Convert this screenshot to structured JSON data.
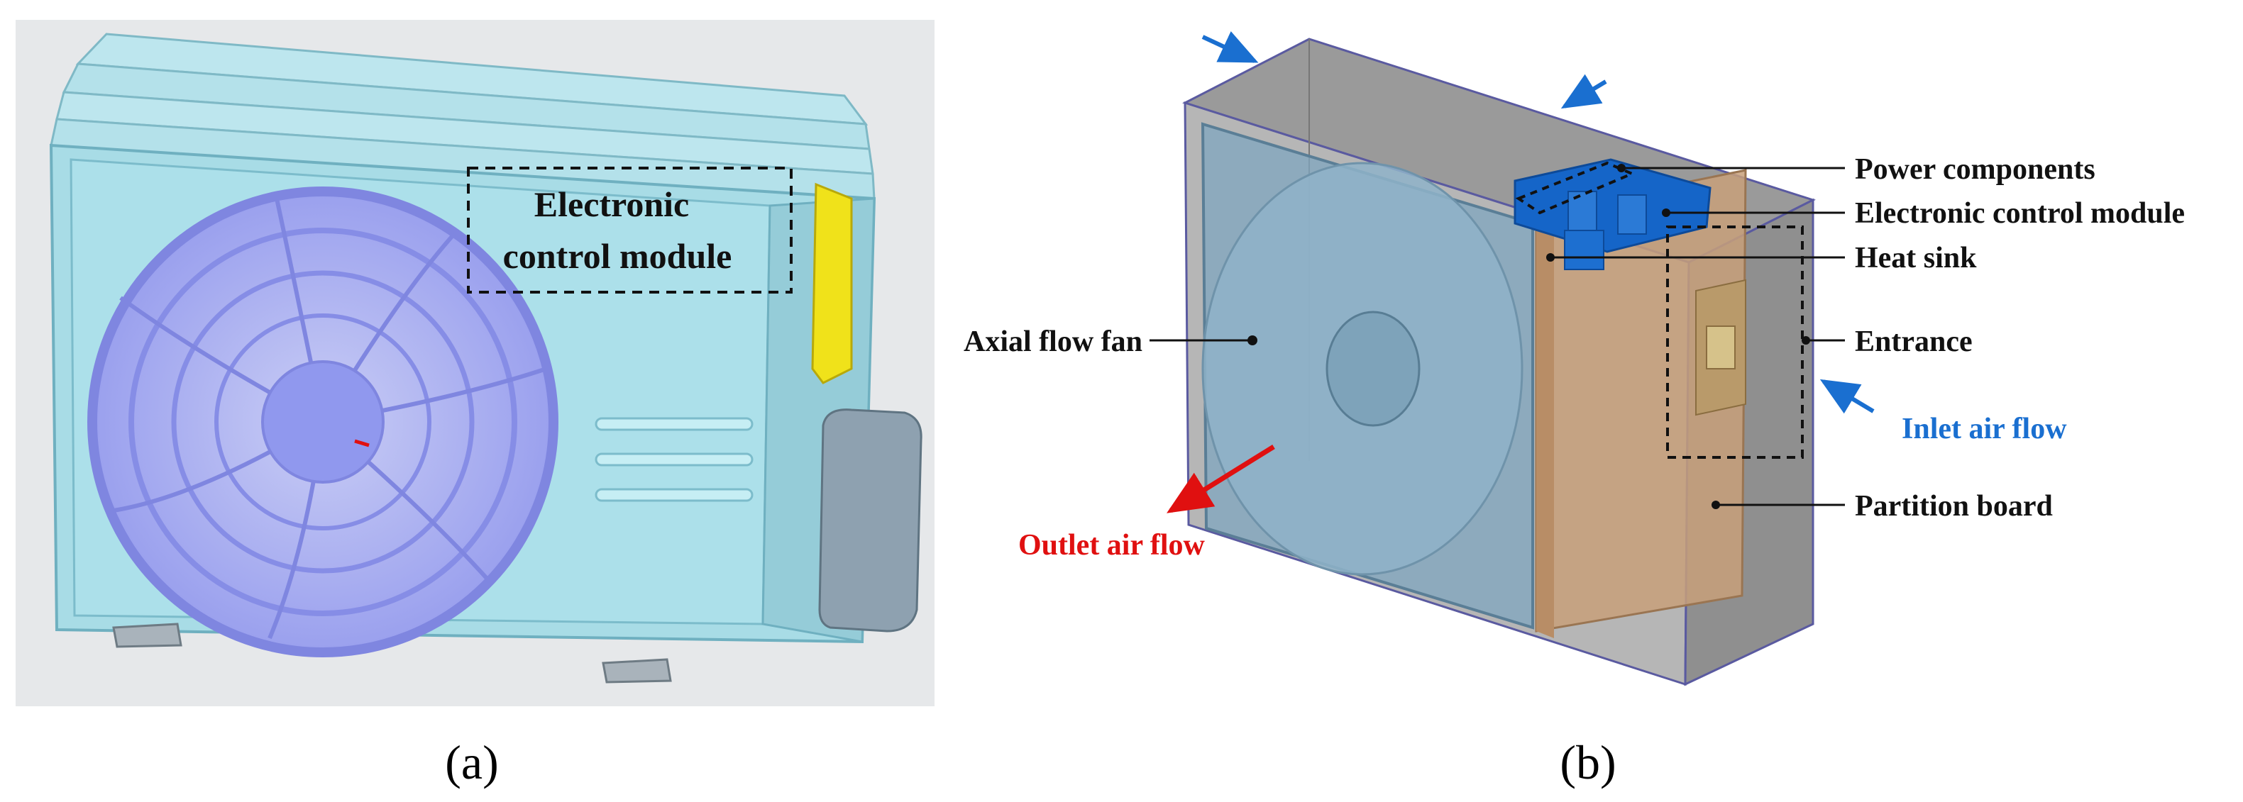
{
  "panel_a": {
    "caption": "(a)",
    "callout": {
      "line1": "Electronic",
      "line2": "control module"
    }
  },
  "panel_b": {
    "caption": "(b)",
    "labels": {
      "power_components": "Power components",
      "electronic_control_module": "Electronic control module",
      "heat_sink": "Heat sink",
      "entrance": "Entrance",
      "inlet_air_flow": "Inlet air flow",
      "partition_board": "Partition board",
      "axial_flow_fan": "Axial flow fan",
      "outlet_air_flow": "Outlet air flow"
    }
  },
  "colors": {
    "unit_body": "#a8dce6",
    "fan_guard": "#8f96ec",
    "inlet_arrow": "#1a6fd0",
    "outlet_arrow": "#e01010",
    "partition": "#c8a07a",
    "module_blue": "#1565c8",
    "case_gray": "#8c8c8c"
  }
}
